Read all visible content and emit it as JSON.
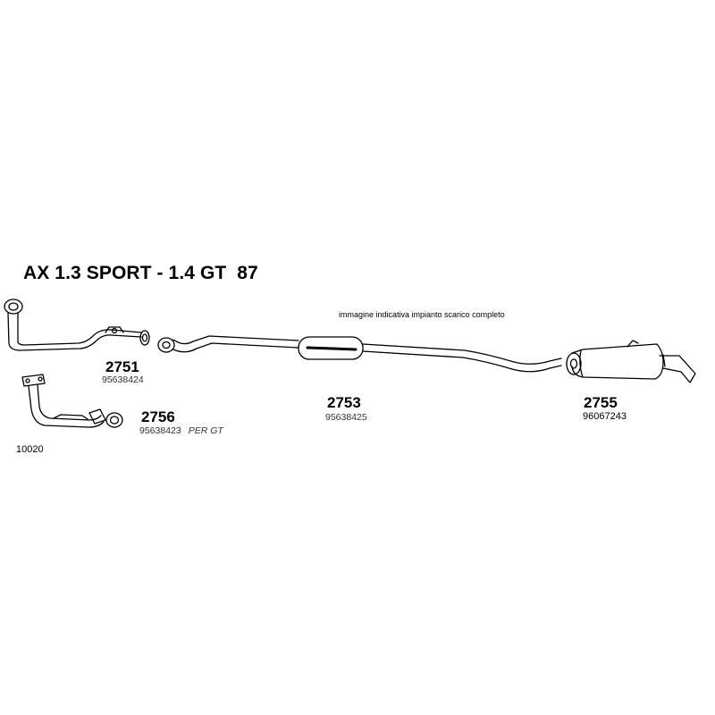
{
  "title": "AX 1.3 SPORT - 1.4 GT  87",
  "caption": "immagine indicativa impianto scarico completo",
  "parts": [
    {
      "code": "2751",
      "ref": "95638424",
      "note": ""
    },
    {
      "code": "2756",
      "ref": "95638423",
      "note": "PER GT"
    },
    {
      "code": "2753",
      "ref": "95638425",
      "note": ""
    },
    {
      "code": "2755",
      "ref": "96067243",
      "note": ""
    }
  ],
  "extra_ref": "10020"
}
